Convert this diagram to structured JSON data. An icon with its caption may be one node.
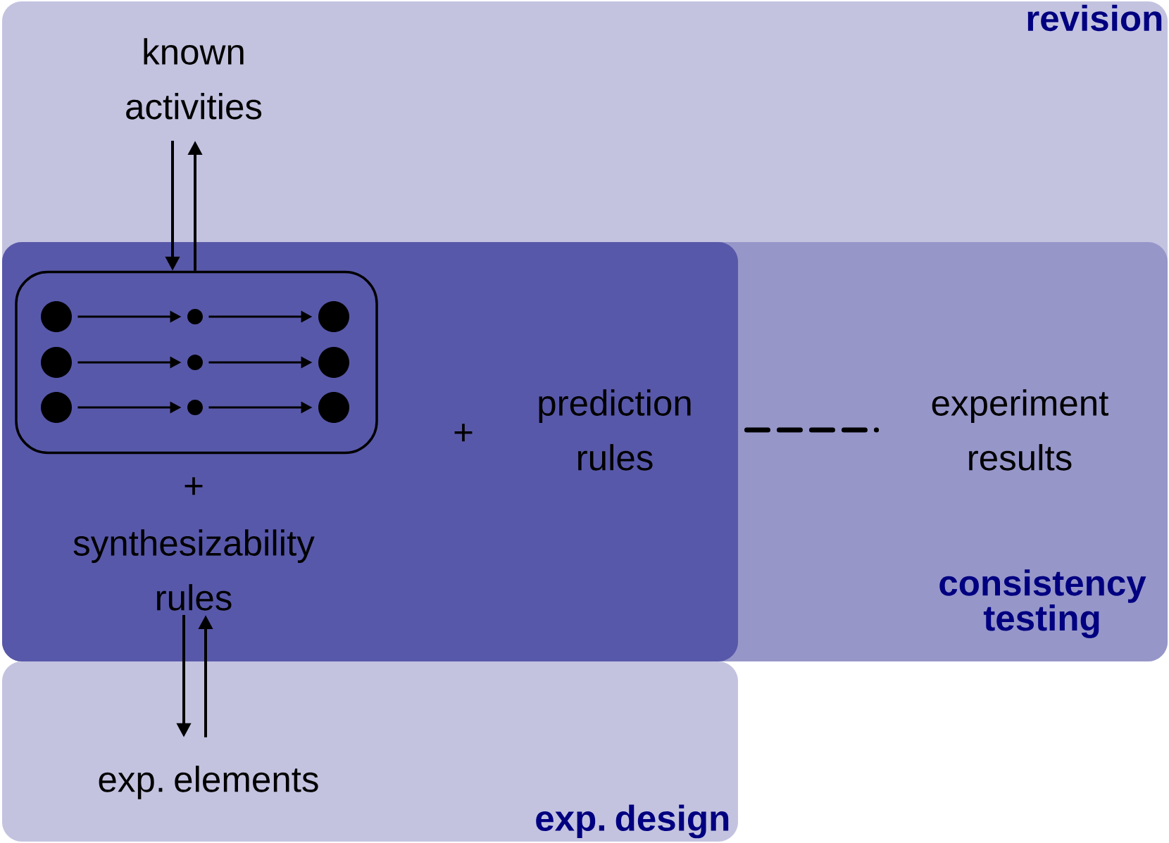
{
  "diagram": {
    "nodes": [
      {
        "text": [
          "revision"
        ]
      },
      {
        "text": [
          "consistency testing"
        ],
        "in": 0
      },
      {
        "text": [
          "exp. design"
        ]
      },
      {
        "text": [
          "known activities"
        ],
        "in": 0
      },
      {
        "text": [],
        "shape": "box",
        "in": 1
      },
      {
        "text": [],
        "shape": "circle",
        "in": 4
      },
      {
        "text": [],
        "shape": "circle",
        "in": 4
      },
      {
        "text": [],
        "shape": "circle",
        "in": 4
      },
      {
        "text": [],
        "shape": "circle",
        "in": 4
      },
      {
        "text": [],
        "shape": "circle",
        "in": 4
      },
      {
        "text": [],
        "shape": "circle",
        "in": 4
      },
      {
        "text": [],
        "shape": "circle",
        "in": 4
      },
      {
        "text": [],
        "shape": "circle",
        "in": 4
      },
      {
        "text": [],
        "shape": "circle",
        "in": 4
      },
      {
        "text": [
          "synthesizability rules"
        ],
        "in": 1
      },
      {
        "text": [
          "prediction rules"
        ],
        "in": 1
      },
      {
        "text": [
          "experiment results"
        ],
        "in": 1
      },
      {
        "text": [
          "exp. elements"
        ],
        "in": 2
      }
    ],
    "edges": [
      {
        "from": 3,
        "to": 4,
        "arrow": "to"
      },
      {
        "from": 4,
        "to": 3,
        "arrow": "to"
      },
      {
        "from": 5,
        "to": 6,
        "arrow": "to"
      },
      {
        "from": 6,
        "to": 7,
        "arrow": "to"
      },
      {
        "from": 8,
        "to": 9,
        "arrow": "to"
      },
      {
        "from": 9,
        "to": 10,
        "arrow": "to"
      },
      {
        "from": 11,
        "to": 12,
        "arrow": "to"
      },
      {
        "from": 12,
        "to": 13,
        "arrow": "to"
      },
      {
        "from": 14,
        "to": 17,
        "arrow": "to"
      },
      {
        "from": 17,
        "to": 14,
        "arrow": "to"
      },
      {
        "from": 15,
        "to": 16,
        "arrow": "none",
        "style": "dashed"
      }
    ],
    "labels": [
      "+",
      "+"
    ]
  }
}
